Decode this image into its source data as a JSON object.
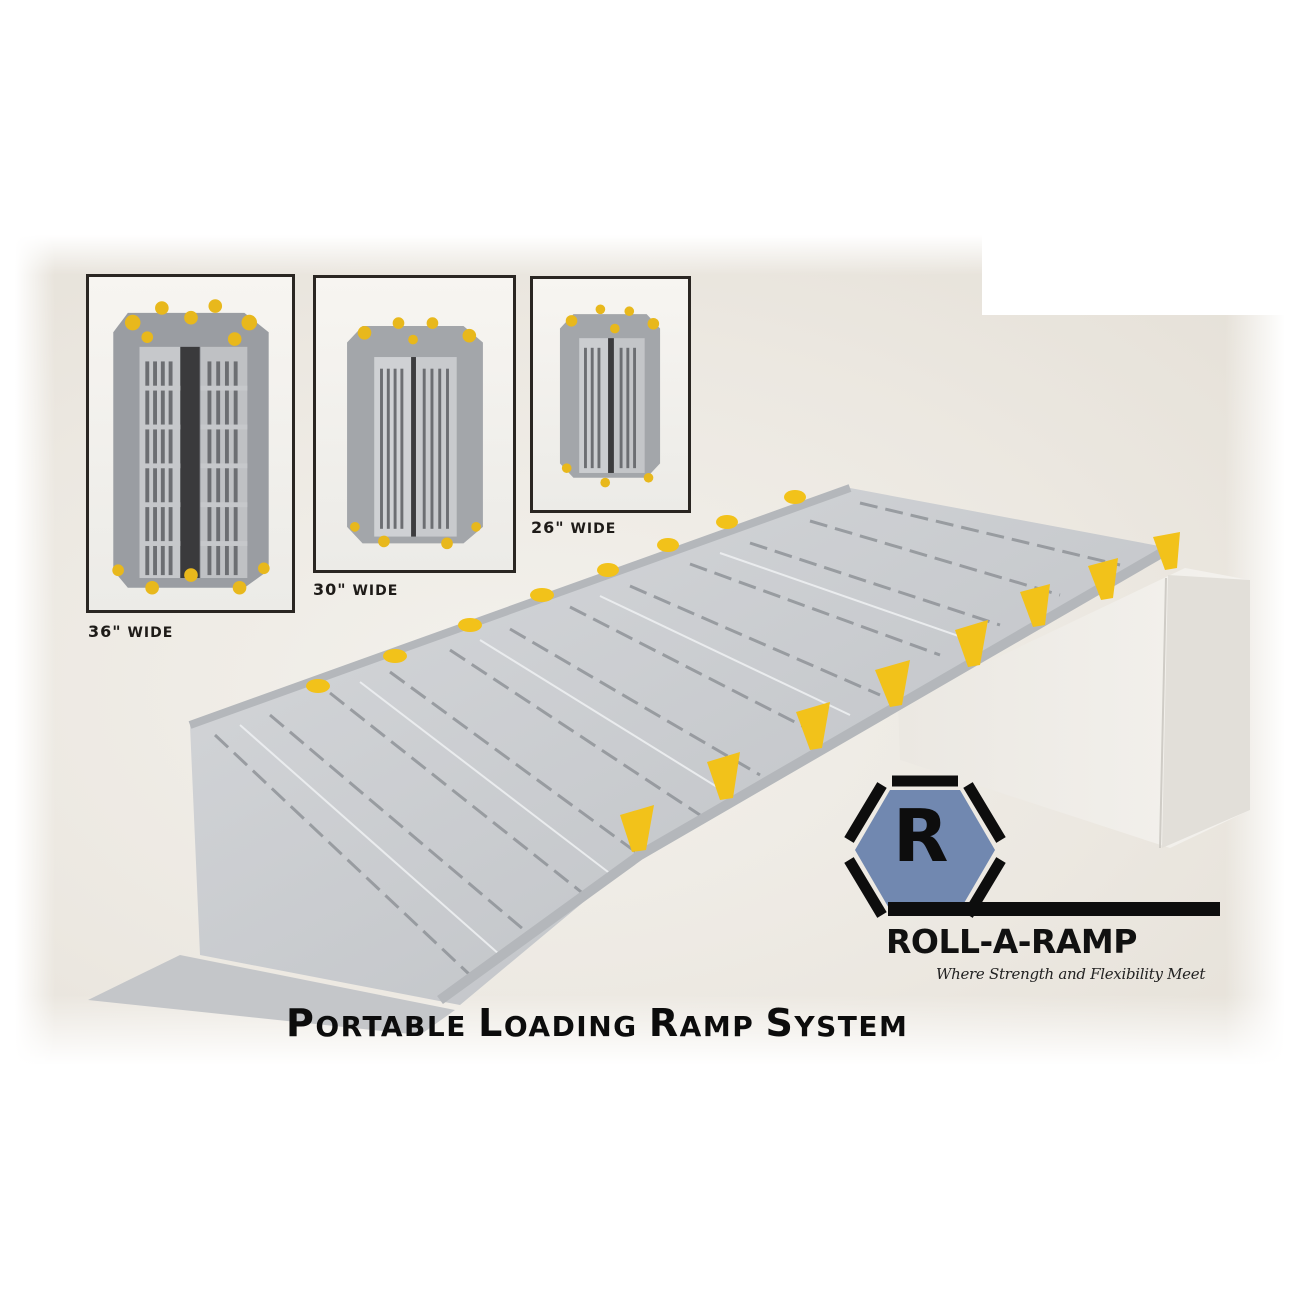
{
  "product": {
    "brand": "ROLL-A-RAMP",
    "tagline": "Where Strength and Flexibility Meet",
    "logo_letter": "R",
    "headline_words": [
      {
        "initial": "P",
        "rest": "ORTABLE"
      },
      {
        "initial": "L",
        "rest": "OADING"
      },
      {
        "initial": "R",
        "rest": "AMP"
      },
      {
        "initial": "S",
        "rest": "YSTEM"
      }
    ],
    "headline_full": "Portable Loading Ramp System"
  },
  "rolled_variants": [
    {
      "size": "36\"",
      "label": "WIDE"
    },
    {
      "size": "30\"",
      "label": "WIDE"
    },
    {
      "size": "26\"",
      "label": "WIDE"
    }
  ],
  "colors": {
    "logo_blue": "#7188b0",
    "accent_yellow": "#f2c21a",
    "aluminum": "#c9ccd0",
    "text": "#111111"
  }
}
